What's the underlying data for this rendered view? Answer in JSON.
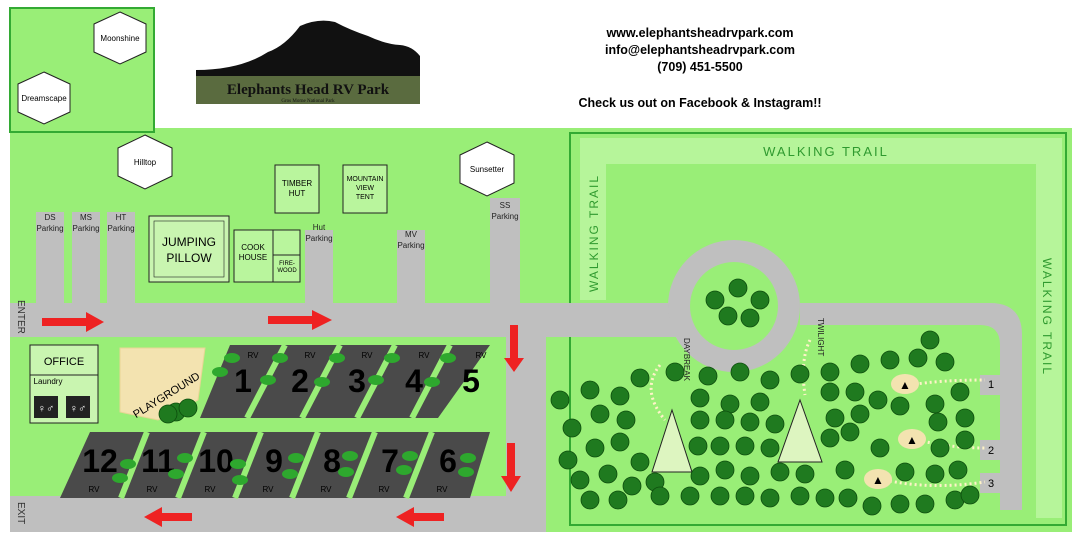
{
  "contact": {
    "website": "www.elephantsheadrvpark.com",
    "email": "info@elephantsheadrvpark.com",
    "phone": "(709) 451-5500",
    "social": "Check us out on Facebook & Instagram!!"
  },
  "logo": {
    "name": "Elephants Head RV Park",
    "subtitle": "Gros Morne National Park"
  },
  "cabins": {
    "moonshine": "Moonshine",
    "dreamscape": "Dreamscape",
    "hilltop": "Hilltop",
    "sunsetter": "Sunsetter"
  },
  "buildings": {
    "timber_hut": [
      "TIMBER",
      "HUT"
    ],
    "mountain_view_tent": [
      "MOUNTAIN",
      "VIEW",
      "TENT"
    ],
    "jumping_pillow": [
      "JUMPING",
      "PILLOW"
    ],
    "cook_house": [
      "COOK",
      "HOUSE"
    ],
    "firewood": [
      "FIRE-",
      "WOOD"
    ],
    "office": "OFFICE",
    "laundry": "Laundry",
    "playground": "PLAYGROUND"
  },
  "parking": {
    "ds": [
      "DS",
      "Parking"
    ],
    "ms": [
      "MS",
      "Parking"
    ],
    "ht": [
      "HT",
      "Parking"
    ],
    "hut": [
      "Hut",
      "Parking"
    ],
    "mv": [
      "MV",
      "Parking"
    ],
    "ss": [
      "SS",
      "Parking"
    ]
  },
  "road_labels": {
    "enter": "ENTER",
    "exit": "EXIT"
  },
  "trails": {
    "walking_trail": "WALKING TRAIL",
    "daybreak": "DAYBREAK",
    "twilight": "TWILIGHT"
  },
  "rv_sites": {
    "top_row": [
      "1",
      "2",
      "3",
      "4",
      "5"
    ],
    "bottom_row": [
      "12",
      "11",
      "10",
      "9",
      "8",
      "7",
      "6"
    ],
    "site_label": "RV"
  },
  "tent_sites": [
    "1",
    "2",
    "3"
  ],
  "colors": {
    "grass": "#99ee77",
    "border_green": "#33aa33",
    "road": "#bfbfbf",
    "rv_pad": "#4a4a4a",
    "arrow": "#ee2222",
    "tree": "#1f7a1f",
    "sand": "#f3e3b0"
  }
}
